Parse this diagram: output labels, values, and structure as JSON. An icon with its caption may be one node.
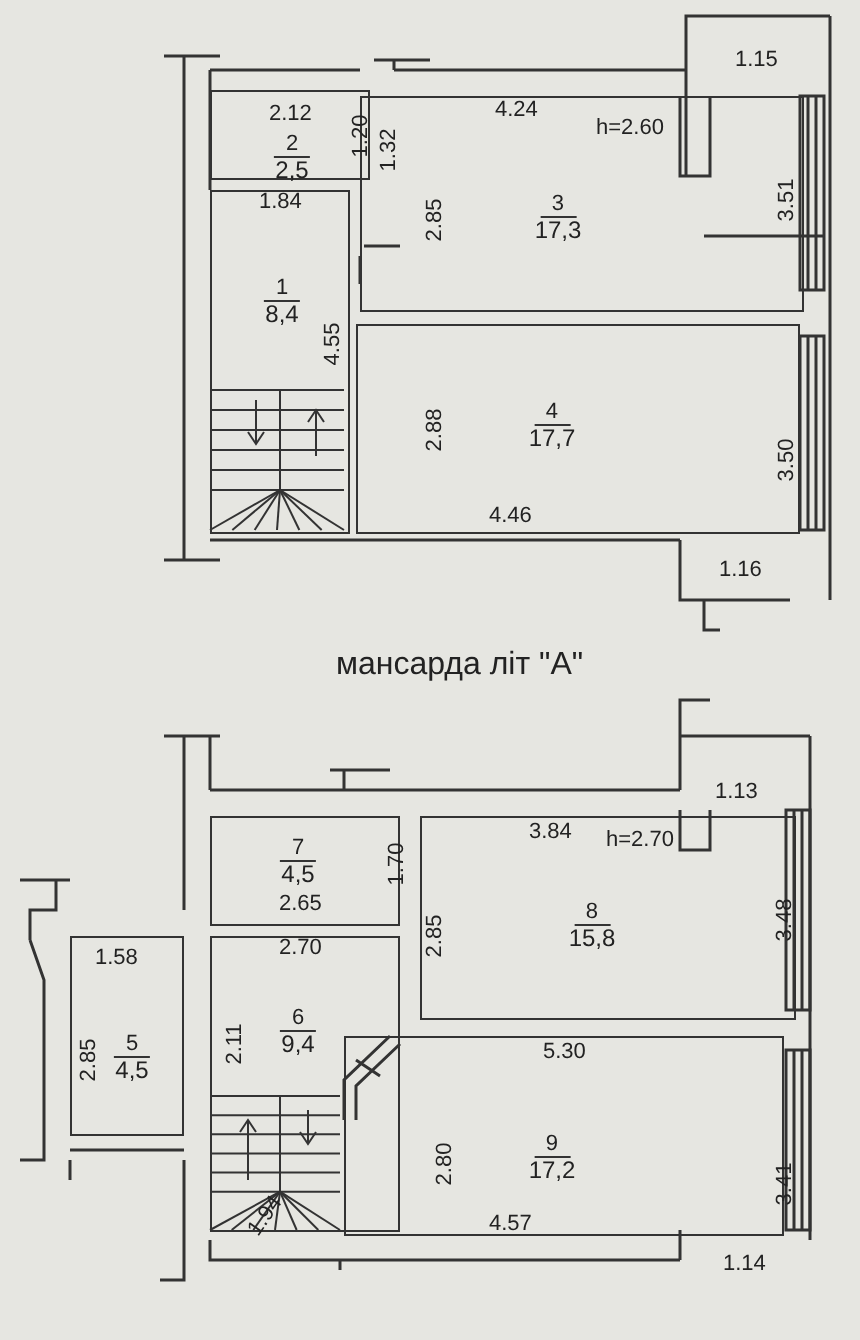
{
  "diagram": {
    "nodes": [
      {
        "text": [
          "1",
          "8,4"
        ]
      },
      {
        "text": [
          "2",
          "2,5"
        ]
      },
      {
        "text": [
          "3",
          "17,3"
        ]
      },
      {
        "text": [
          "4",
          "17,7"
        ]
      },
      {
        "text": [
          "5",
          "4,5"
        ]
      },
      {
        "text": [
          "6",
          "9,4"
        ]
      },
      {
        "text": [
          "7",
          "4,5"
        ]
      },
      {
        "text": [
          "8",
          "15,8"
        ]
      },
      {
        "text": [
          "9",
          "17,2"
        ]
      }
    ],
    "edges": [],
    "labels": [
      "2.12",
      "4.24",
      "1.15",
      "h=2.60",
      "1.20",
      "1.32",
      "1.84",
      "2.85",
      "3.51",
      "4.55",
      "2.88",
      "3.50",
      "4.46",
      "1.16",
      "мансарда літ \"А\"",
      "1.13",
      "3.84",
      "h=2.70",
      "1.70",
      "2.65",
      "2.70",
      "1.58",
      "2.85",
      "3.48",
      "2.85",
      "2.11",
      "5.30",
      "2.80",
      "3.41",
      "1.94",
      "4.57",
      "1.14"
    ]
  }
}
